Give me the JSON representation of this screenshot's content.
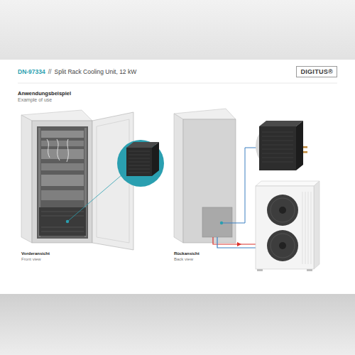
{
  "diagram": {
    "title": "Split Rack Cooling Unit, 12 kW",
    "labels": [
      "DIGITUS®",
      "DN-97334",
      "//",
      "Anwendungsbeispiel",
      "Example of use",
      "Vorderansicht",
      "Front view",
      "Rückansicht",
      "Back view"
    ]
  }
}
